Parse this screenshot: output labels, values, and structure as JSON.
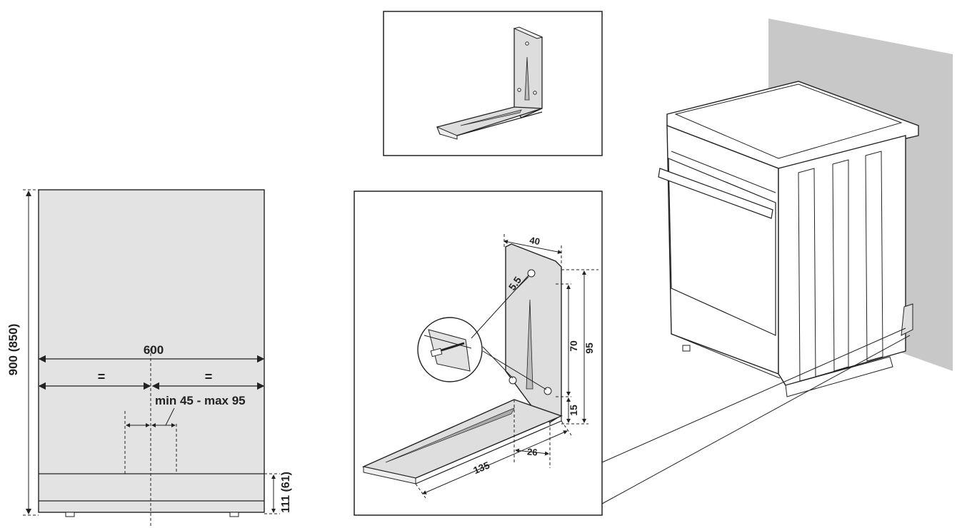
{
  "front_view": {
    "height_label": "900 (850)",
    "width_label": "600",
    "equal_left": "=",
    "equal_right": "=",
    "range_label": "min 45 - max 95",
    "plinth_label": "111 (61)"
  },
  "bracket_detail": {
    "top_width": "40",
    "hole_label": "5.5",
    "height_70": "70",
    "height_95": "95",
    "height_15": "15",
    "bottom_width": "26",
    "foot_length": "135"
  }
}
